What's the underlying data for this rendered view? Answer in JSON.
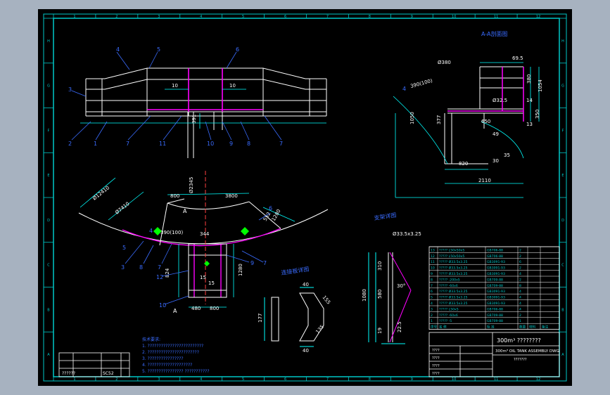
{
  "colors": {
    "background": "#a7b2c0",
    "paper": "#000000",
    "border": "#00c8c8",
    "structure": "#ffffff",
    "dimension": "#00ffff",
    "label": "#3a6cff",
    "member": "#ff00ff",
    "note": "#3a6cff",
    "fill_marker": "#00ff00",
    "table_text": "#00c8c8"
  },
  "views": {
    "section_aa": {
      "title": "A-A剖面图",
      "dims": {
        "top_dia": "Ø380",
        "top_offset": "69.5",
        "rail_h1": "380",
        "rail_h2": "1054",
        "pad": "14",
        "w1": "Ø32.5",
        "h_base": "350",
        "h_small": "13",
        "slope": "390(100)",
        "side_h": "1050",
        "side_w": "377",
        "bar": "650",
        "r_a": "49",
        "r_b": "35",
        "r_c": "30",
        "base_w": "820",
        "base_total": "2110",
        "mark": "4"
      }
    },
    "bracket_detail": {
      "title": "支架详图",
      "dims": {
        "pipe": "Ø33.5x3.25",
        "h1": "310",
        "h2": "580",
        "h3": "1080",
        "h4": "19",
        "angle": "30°",
        "base": "22.5"
      }
    },
    "plate_detail": {
      "title": "连接板详图",
      "dims": {
        "w": "40",
        "h": "177",
        "a": "155",
        "b": "135",
        "c": "40"
      }
    },
    "front": {
      "callouts": [
        "4",
        "5",
        "6",
        "3",
        "2",
        "1",
        "7",
        "11",
        "10",
        "9",
        "8",
        "7"
      ],
      "dims": {
        "left": "10",
        "right": "10",
        "mid": "391"
      }
    },
    "plan": {
      "callouts": [
        "4",
        "3",
        "5",
        "8",
        "7",
        "12",
        "10",
        "9",
        "7",
        "6",
        "A"
      ],
      "dims": {
        "r1": "Ø12410",
        "r2": "Ø7410",
        "top": "Ø2345",
        "w1": "800",
        "w2": "3800",
        "side": "1280",
        "e": "552",
        "mid": "344",
        "gap": "390(100)",
        "h1": "824",
        "h2": "1280",
        "c1": "15",
        "c2": "15",
        "b1": "480",
        "b2": "800"
      }
    }
  },
  "parts_table": {
    "rows": [
      [
        "13",
        "????? L50x50x5",
        "GB706-88",
        "2",
        "",
        ""
      ],
      [
        "12",
        "????? L50x50x5",
        "GB706-88",
        "2",
        "",
        ""
      ],
      [
        "11",
        "????? Ø33.5x3.25",
        "GB3091-93",
        "6",
        "",
        ""
      ],
      [
        "10",
        "????? Ø33.5x3.25",
        "GB3091-93",
        "2",
        "",
        ""
      ],
      [
        "9",
        "????? Ø33.5x3.25",
        "GB3091-93",
        "4",
        "",
        ""
      ],
      [
        "8",
        "????? -200x5",
        "GB709-88",
        "2",
        "",
        ""
      ],
      [
        "7",
        "????? -60x6",
        "GB709-88",
        "8",
        "",
        ""
      ],
      [
        "6",
        "????? Ø33.5x3.25",
        "GB3091-93",
        "4",
        "",
        ""
      ],
      [
        "5",
        "????? Ø33.5x3.25",
        "GB3091-93",
        "4",
        "",
        ""
      ],
      [
        "4",
        "????? Ø33.5x3.25",
        "GB3091-93",
        "4",
        "",
        ""
      ],
      [
        "3",
        "????? L50x5",
        "GB706-88",
        "4",
        "",
        ""
      ],
      [
        "2",
        "????? -60x6",
        "GB709-88",
        "2",
        "",
        ""
      ],
      [
        "1",
        "????? -5",
        "GB709-88",
        "1",
        "",
        ""
      ]
    ],
    "header": [
      "序号",
      "名 称",
      "标 准",
      "数量",
      "材料",
      "备注"
    ]
  },
  "title_block": {
    "name_cn": "300m³ ????????",
    "name_en": "300m³ OIL TANK ASSEMBLY DWG",
    "sub": "???????",
    "rows": [
      "????",
      "????",
      "????",
      "????"
    ]
  },
  "notes": [
    "技术要求:",
    "1. ?????????????????????????",
    "2. ???????????????????????",
    "3. ????????????????",
    "4. ????????????????????",
    "5. ???????????????? ???????????"
  ],
  "bottom_left_block": {
    "label": "??????",
    "value": "SC52"
  },
  "border_numbers": [
    "1",
    "2",
    "3",
    "4",
    "5",
    "6",
    "7",
    "8",
    "9",
    "10",
    "11",
    "12"
  ],
  "border_letters": [
    "A",
    "B",
    "C",
    "D",
    "E",
    "F",
    "G",
    "H"
  ]
}
